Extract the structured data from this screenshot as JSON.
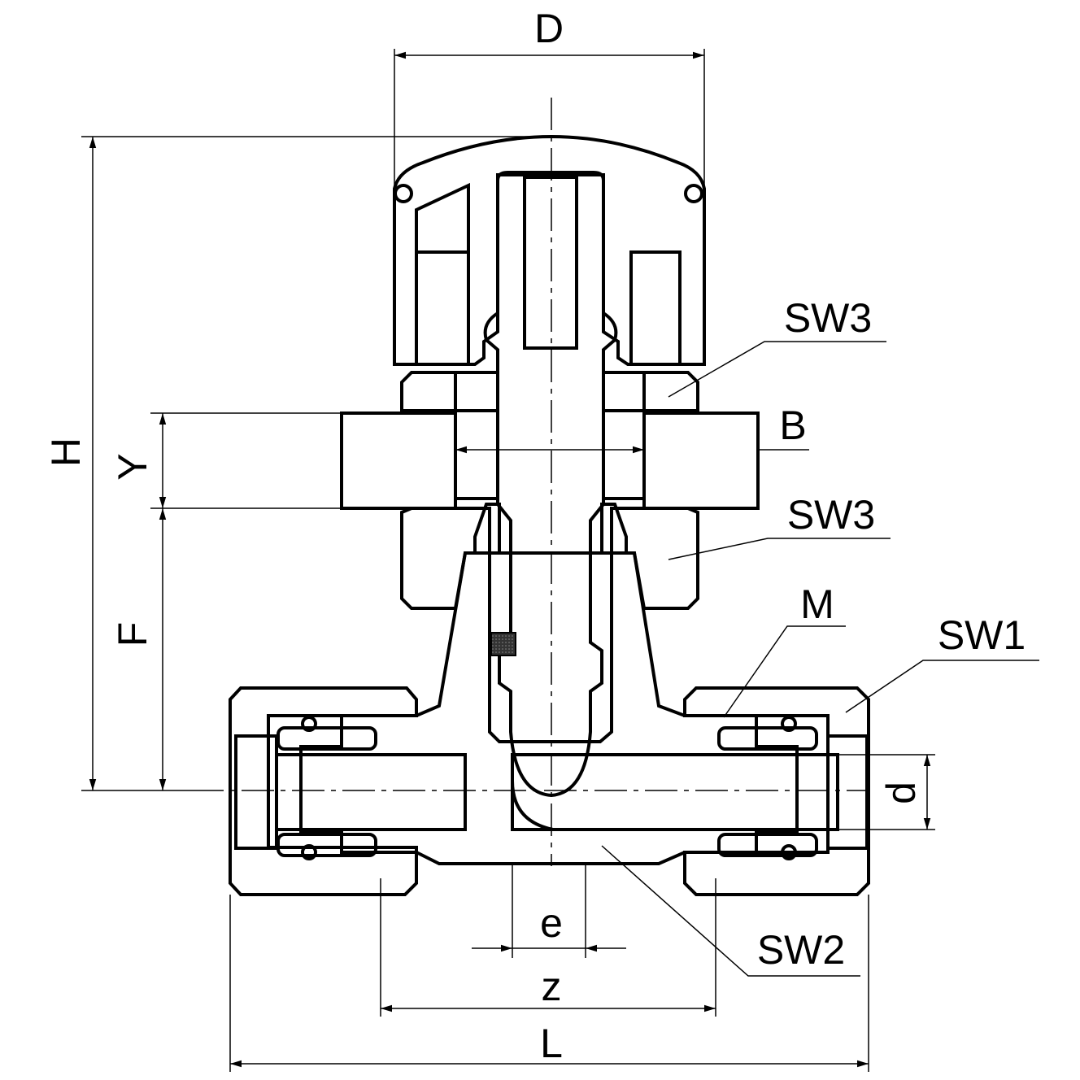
{
  "drawing": {
    "subject": "valve-cross-section",
    "labels": {
      "D": "D",
      "H": "H",
      "Y": "Y",
      "F": "F",
      "B": "B",
      "SW3_top": "SW3",
      "SW3_bottom": "SW3",
      "M": "M",
      "SW1": "SW1",
      "SW2": "SW2",
      "d": "d",
      "e": "e",
      "z": "z",
      "L": "L"
    }
  }
}
